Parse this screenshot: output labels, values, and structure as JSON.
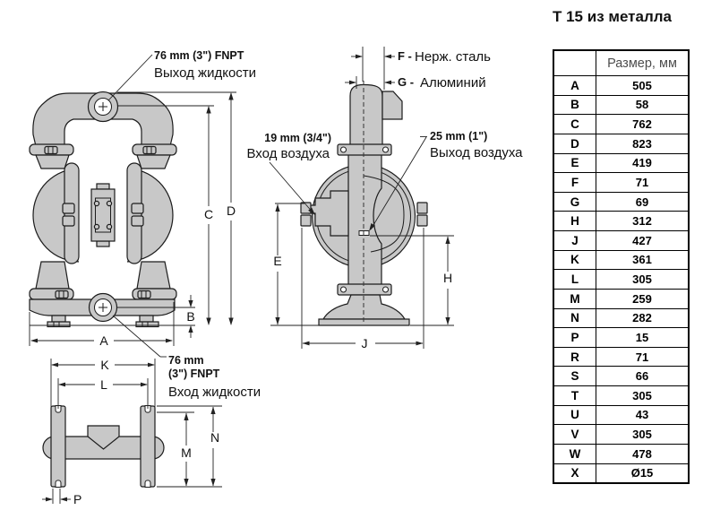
{
  "title": "Т 15 из металла",
  "table": {
    "size_header": "Размер, мм",
    "rows": [
      {
        "dim": "A",
        "value": "505"
      },
      {
        "dim": "B",
        "value": "58"
      },
      {
        "dim": "C",
        "value": "762"
      },
      {
        "dim": "D",
        "value": "823"
      },
      {
        "dim": "E",
        "value": "419"
      },
      {
        "dim": "F",
        "value": "71"
      },
      {
        "dim": "G",
        "value": "69"
      },
      {
        "dim": "H",
        "value": "312"
      },
      {
        "dim": "J",
        "value": "427"
      },
      {
        "dim": "K",
        "value": "361"
      },
      {
        "dim": "L",
        "value": "305"
      },
      {
        "dim": "M",
        "value": "259"
      },
      {
        "dim": "N",
        "value": "282"
      },
      {
        "dim": "P",
        "value": "15"
      },
      {
        "dim": "R",
        "value": "71"
      },
      {
        "dim": "S",
        "value": "66"
      },
      {
        "dim": "T",
        "value": "305"
      },
      {
        "dim": "U",
        "value": "43"
      },
      {
        "dim": "V",
        "value": "305"
      },
      {
        "dim": "W",
        "value": "478"
      },
      {
        "dim": "X",
        "value": "Ø15"
      }
    ]
  },
  "drawing": {
    "fluid_outlet": {
      "size": "76 mm (3\") FNPT",
      "label": "Выход жидкости"
    },
    "fluid_inlet": {
      "size_line1": "76 mm",
      "size_line2": "(3\") FNPT",
      "label": "Вход жидкости"
    },
    "air_inlet": {
      "size": "19 mm (3/4\")",
      "label": "Вход воздуха"
    },
    "air_outlet": {
      "size": "25 mm (1\")",
      "label": "Выход воздуха"
    },
    "materials": {
      "f_key": "F -",
      "f_label": "Нерж. сталь",
      "g_key": "G -",
      "g_label": "Алюминий"
    },
    "dim_labels": {
      "a": "A",
      "b": "B",
      "c": "C",
      "d": "D",
      "e": "E",
      "h": "H",
      "j": "J",
      "k": "K",
      "l": "L",
      "m": "M",
      "n": "N",
      "p": "P"
    }
  },
  "colors": {
    "body_fill": "#c8c8c8",
    "outline": "#1c1c1c",
    "dim_line": "#222222"
  }
}
